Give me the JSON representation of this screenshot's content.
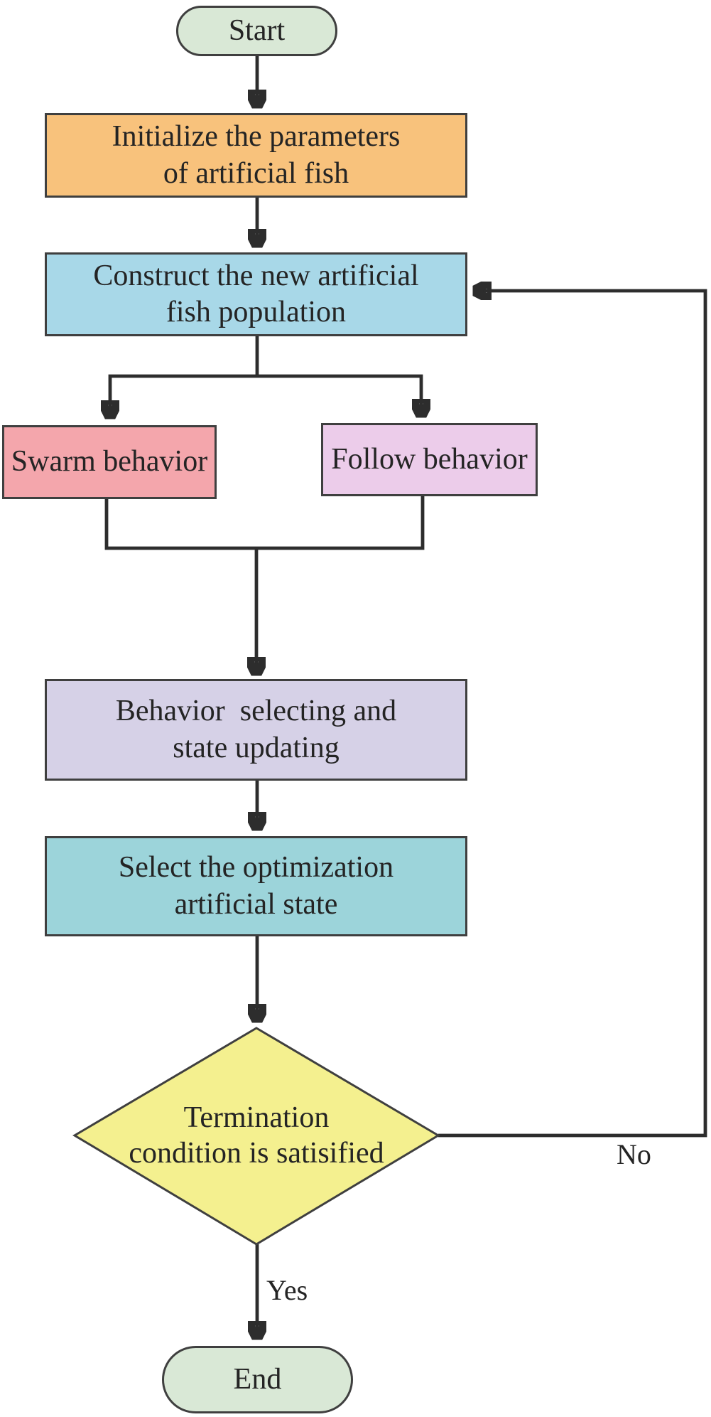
{
  "diagram": {
    "type": "flowchart",
    "palette": {
      "terminator_green": "#d9e8d6",
      "orange": "#f8c27c",
      "light_blue": "#a8d8e8",
      "pink": "#f4a6ac",
      "violet_pink": "#ecccea",
      "lavender": "#d6d1e7",
      "teal": "#9cd4da",
      "yellow": "#f4f08f",
      "line_color": "#2d2d2d",
      "border_color": "#3f3f3f",
      "text_color": "#242424"
    }
  },
  "nodes": {
    "start": {
      "label": "Start",
      "fill": "#d9e8d6",
      "shape": "terminator"
    },
    "initialize": {
      "label": "Initialize the parameters\nof artificial fish",
      "fill": "#f8c27c",
      "shape": "process"
    },
    "construct": {
      "label": "Construct the new artificial\nfish population",
      "fill": "#a8d8e8",
      "shape": "process"
    },
    "swarm": {
      "label": "Swarm behavior",
      "fill": "#f4a6ac",
      "shape": "process"
    },
    "follow": {
      "label": "Follow behavior",
      "fill": "#ecccea",
      "shape": "process"
    },
    "behavior_select": {
      "label": "Behavior  selecting and\nstate updating",
      "fill": "#d6d1e7",
      "shape": "process"
    },
    "optimize": {
      "label": "Select the optimization\nartificial state",
      "fill": "#9cd4da",
      "shape": "process"
    },
    "decision": {
      "label": "Termination\ncondition is satisified",
      "fill": "#f4f08f",
      "shape": "decision"
    },
    "end": {
      "label": "End",
      "fill": "#d9e8d6",
      "shape": "terminator"
    }
  },
  "labels": {
    "yes": "Yes",
    "no": "No"
  }
}
